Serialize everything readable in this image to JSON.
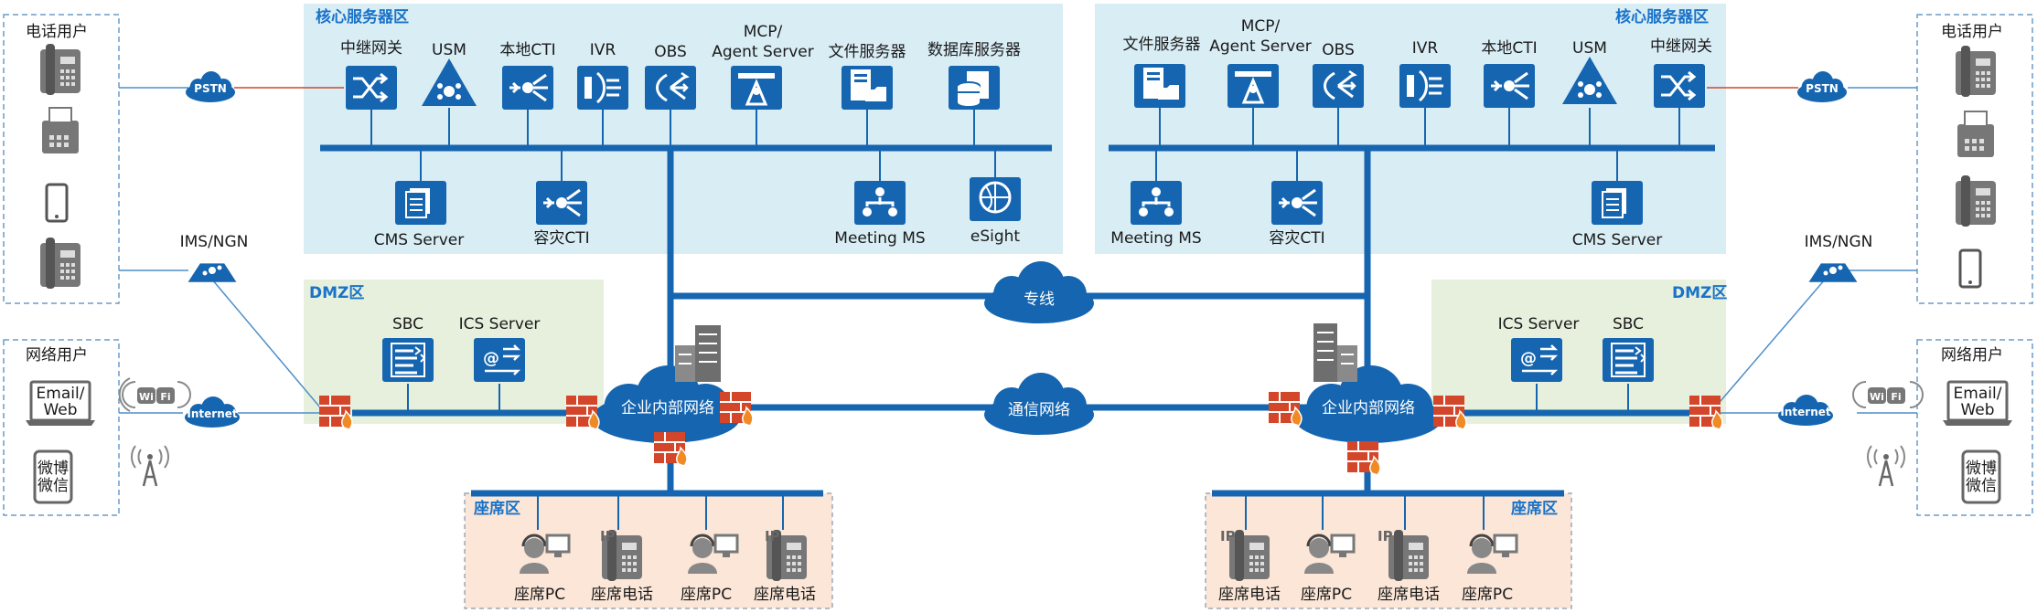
{
  "zones": {
    "core_left": "核心服务器区",
    "core_right": "核心服务器区",
    "dmz_left": "DMZ区",
    "dmz_right": "DMZ区",
    "agent_left": "座席区",
    "agent_right": "座席区",
    "phone_users_left": "电话用户",
    "phone_users_right": "电话用户",
    "net_users_left": "网络用户",
    "net_users_right": "网络用户"
  },
  "core_left": {
    "top": [
      "中继网关",
      "USM",
      "本地CTI",
      "IVR",
      "OBS",
      "MCP/",
      "Agent Server",
      "文件服务器",
      "数据库服务器"
    ],
    "bottom": [
      "CMS Server",
      "容灾CTI",
      "Meeting MS",
      "eSight"
    ]
  },
  "core_right": {
    "top": [
      "文件服务器",
      "MCP/",
      "Agent Server",
      "OBS",
      "IVR",
      "本地CTI",
      "USM",
      "中继网关"
    ],
    "bottom": [
      "Meeting MS",
      "容灾CTI",
      "CMS Server"
    ]
  },
  "dmz_left": [
    "SBC",
    "ICS Server"
  ],
  "dmz_right": [
    "ICS Server",
    "SBC"
  ],
  "clouds": {
    "dedicated": "专线",
    "comm": "通信网络",
    "intranet_left": "企业内部网络",
    "intranet_right": "企业内部网络",
    "pstn_left": "PSTN",
    "pstn_right": "PSTN",
    "internet_left": "Internet",
    "internet_right": "Internet"
  },
  "ims_left": "IMS/NGN",
  "ims_right": "IMS/NGN",
  "agents_left": [
    "座席PC",
    "座席电话",
    "座席PC",
    "座席电话"
  ],
  "agents_right": [
    "座席电话",
    "座席PC",
    "座席电话",
    "座席PC"
  ],
  "net_devices": {
    "email": [
      "Email/",
      "Web"
    ],
    "weibo": [
      "微博",
      "微信"
    ],
    "wifi": [
      "Wi",
      "Fi"
    ]
  },
  "ip_badge": "IP",
  "colors": {
    "icon_blue": "#1565b0",
    "core_zone": "#d9edf5",
    "dmz_zone": "#e7f0dd",
    "agent_zone": "#fbe6d7",
    "zone_title": "#1a73c8",
    "firewall": "#d3462a"
  }
}
